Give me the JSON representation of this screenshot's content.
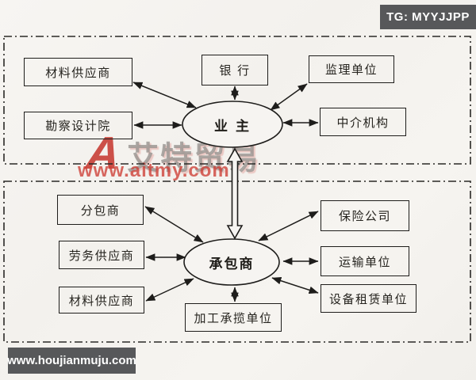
{
  "overlays": {
    "tg_badge": "TG: MYYJJPP",
    "site_badge": "www.houjianmuju.com",
    "watermark": {
      "logo": "A",
      "brand": "艾特贸易",
      "url": "www.aitmy.com"
    }
  },
  "diagram": {
    "top_section": {
      "center": "业 主",
      "nodes": [
        "材料供应商",
        "勘察设计院",
        "银 行",
        "监理单位",
        "中介机构"
      ]
    },
    "bottom_section": {
      "center": "承包商",
      "nodes": [
        "分包商",
        "劳务供应商",
        "材料供应商",
        "加工承揽单位",
        "保险公司",
        "运输单位",
        "设备租赁单位"
      ]
    }
  },
  "colors": {
    "line": "#1e1d1b",
    "badge_bg": "#57585a",
    "watermark_red": "#c4342a",
    "paper": "#f6f4f1"
  }
}
